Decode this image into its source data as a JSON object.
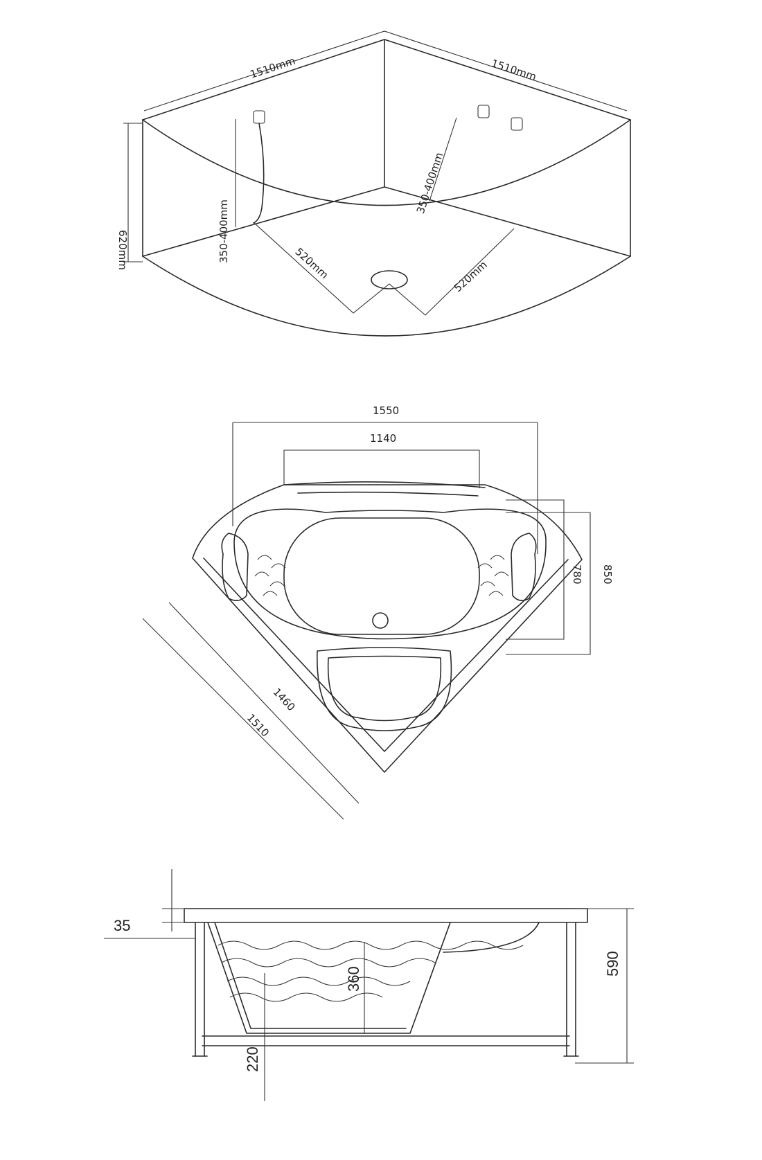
{
  "top_view": {
    "width_left": "1510mm",
    "width_right": "1510mm",
    "height": "620mm",
    "hose_height": "350-400mm",
    "control_height": "350-400mm",
    "distance_left": "520mm",
    "distance_right": "520mm"
  },
  "plan_view": {
    "outer_width": "1550",
    "inner_width": "1140",
    "depth_outer": "850",
    "depth_inner": "780",
    "side_inner": "1460",
    "side_outer": "1510"
  },
  "side_view": {
    "rim": "35",
    "water_depth": "360",
    "total_height": "590",
    "leg_height": "220"
  }
}
